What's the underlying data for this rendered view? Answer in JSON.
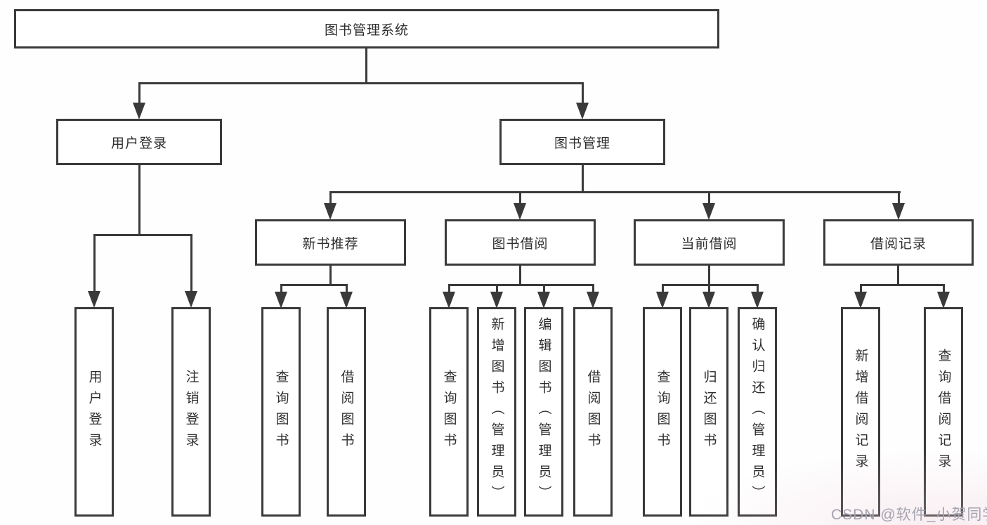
{
  "colors": {
    "line": "#3a3a3a",
    "text": "#2e2e2e",
    "background": "#fefefe",
    "watermark": "#a3a2b0"
  },
  "watermark": {
    "text": "CSDN @软件_小贺同学"
  },
  "diagram": {
    "root": {
      "label": "图书管理系统"
    },
    "level2": [
      {
        "label": "用户登录",
        "children": [
          {
            "label": "用户登录"
          },
          {
            "label": "注销登录"
          }
        ]
      },
      {
        "label": "图书管理",
        "children": [
          {
            "label": "新书推荐",
            "children": [
              {
                "label": "查询图书"
              },
              {
                "label": "借阅图书"
              }
            ]
          },
          {
            "label": "图书借阅",
            "children": [
              {
                "label": "查询图书"
              },
              {
                "label": "新增图书（管理员）"
              },
              {
                "label": "编辑图书（管理员）"
              },
              {
                "label": "借阅图书"
              }
            ]
          },
          {
            "label": "当前借阅",
            "children": [
              {
                "label": "查询图书"
              },
              {
                "label": "归还图书"
              },
              {
                "label": "确认归还（管理员）"
              }
            ]
          },
          {
            "label": "借阅记录",
            "children": [
              {
                "label": "新增借阅记录"
              },
              {
                "label": "查询借阅记录"
              }
            ]
          }
        ]
      }
    ]
  }
}
